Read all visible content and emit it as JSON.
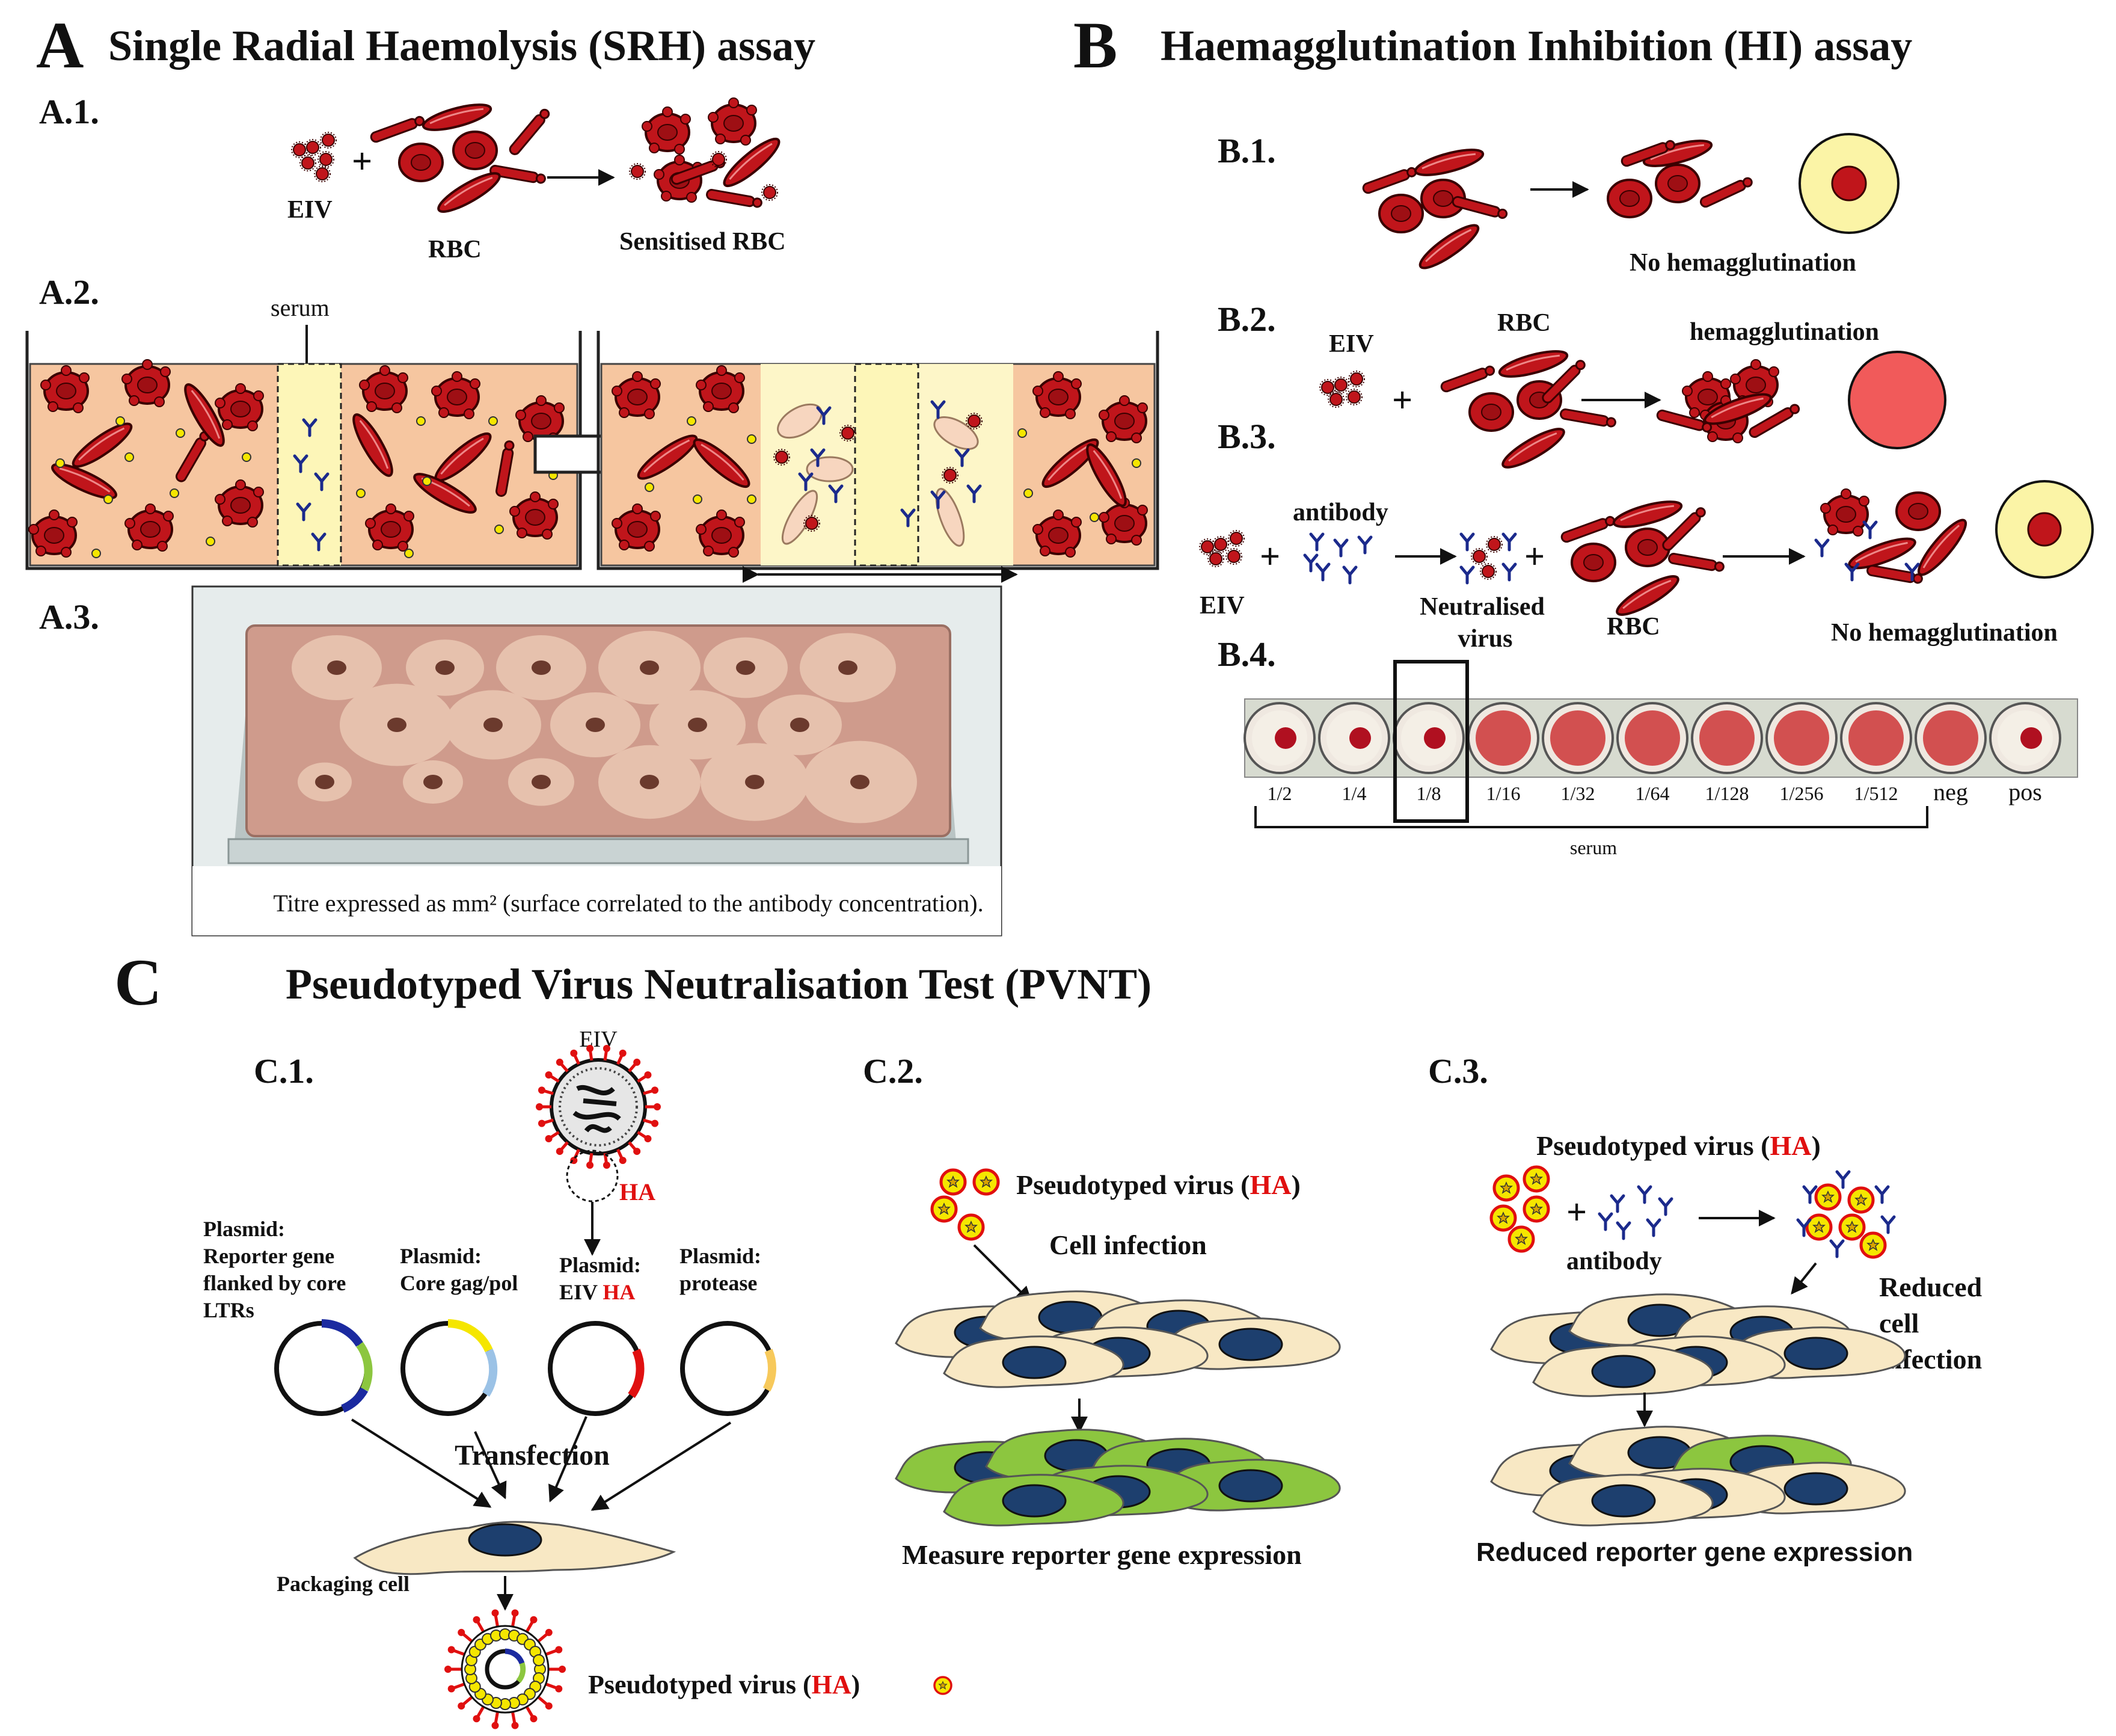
{
  "colors": {
    "rbc": "#c0151b",
    "rbc_dark": "#5c0000",
    "gel": "#f6c6a0",
    "serum_well": "#fdf6b8",
    "antibody": "#1b2a8c",
    "virus_yellow": "#f5e600",
    "ha_red": "#e01010",
    "cell_beige": "#f8e8c4",
    "cell_nucleus": "#1d3f6e",
    "cell_green": "#8cc63f",
    "agglut_pink": "#f15a5a",
    "plate_pink": "#cf9b8c"
  },
  "panel_a": {
    "letter": "A",
    "title": "Single Radial Haemolysis (SRH) assay",
    "a1": {
      "label": "A.1.",
      "eiv": "EIV",
      "rbc": "RBC",
      "sensitised": "Sensitised RBC",
      "plus": "+"
    },
    "a2": {
      "label": "A.2.",
      "serum": "serum"
    },
    "a3": {
      "label": "A.3.",
      "caption": "Titre expressed as mm² (surface correlated to the antibody concentration)."
    }
  },
  "panel_b": {
    "letter": "B",
    "title": "Haemagglutination Inhibition (HI) assay",
    "b1": {
      "label": "B.1.",
      "no_hemagglutination": "No hemagglutination"
    },
    "b2": {
      "label": "B.2.",
      "eiv": "EIV",
      "rbc": "RBC",
      "hemagglutination": "hemagglutination",
      "plus": "+"
    },
    "b3": {
      "label": "B.3.",
      "antibody": "antibody",
      "eiv": "EIV",
      "neutralised_1": "Neutralised",
      "neutralised_2": "virus",
      "rbc": "RBC",
      "no_hemagglutination": "No hemagglutination",
      "plus": "+"
    },
    "b4": {
      "label": "B.4.",
      "wells": [
        "1/2",
        "1/4",
        "1/8",
        "1/16",
        "1/32",
        "1/64",
        "1/128",
        "1/256",
        "1/512",
        "neg",
        "pos"
      ],
      "serum": "serum"
    }
  },
  "panel_c": {
    "letter": "C",
    "title": "Pseudotyped Virus Neutralisation Test (PVNT)",
    "c1": {
      "label": "C.1.",
      "eiv": "EIV",
      "ha": "HA",
      "plasmids": [
        {
          "lines": [
            "Plasmid:",
            "Reporter gene",
            "flanked by core",
            "LTRs"
          ],
          "ha": ""
        },
        {
          "lines": [
            "Plasmid:",
            "Core gag/pol"
          ],
          "ha": ""
        },
        {
          "lines": [
            "Plasmid:",
            "EIV "
          ],
          "ha": "HA"
        },
        {
          "lines": [
            "Plasmid:",
            "protease"
          ],
          "ha": ""
        }
      ],
      "transfection": "Transfection",
      "packaging_cell": "Packaging cell",
      "pseudo_virus_prefix": "Pseudotyped virus (",
      "pseudo_virus_ha": "HA",
      "pseudo_virus_suffix": ")"
    },
    "c2": {
      "label": "C.2.",
      "pseudo_prefix": "Pseudotyped virus (",
      "pseudo_ha": "HA",
      "pseudo_suffix": ")",
      "cell_infection": "Cell infection",
      "measure": "Measure reporter gene expression"
    },
    "c3": {
      "label": "C.3.",
      "pseudo_prefix": "Pseudotyped virus (",
      "pseudo_ha": "HA",
      "pseudo_suffix": ")",
      "antibody": "antibody",
      "plus": "+",
      "reduced_1": "Reduced",
      "reduced_2": "cell",
      "reduced_3": "infection",
      "reduced_expression": "Reduced reporter gene expression"
    }
  }
}
